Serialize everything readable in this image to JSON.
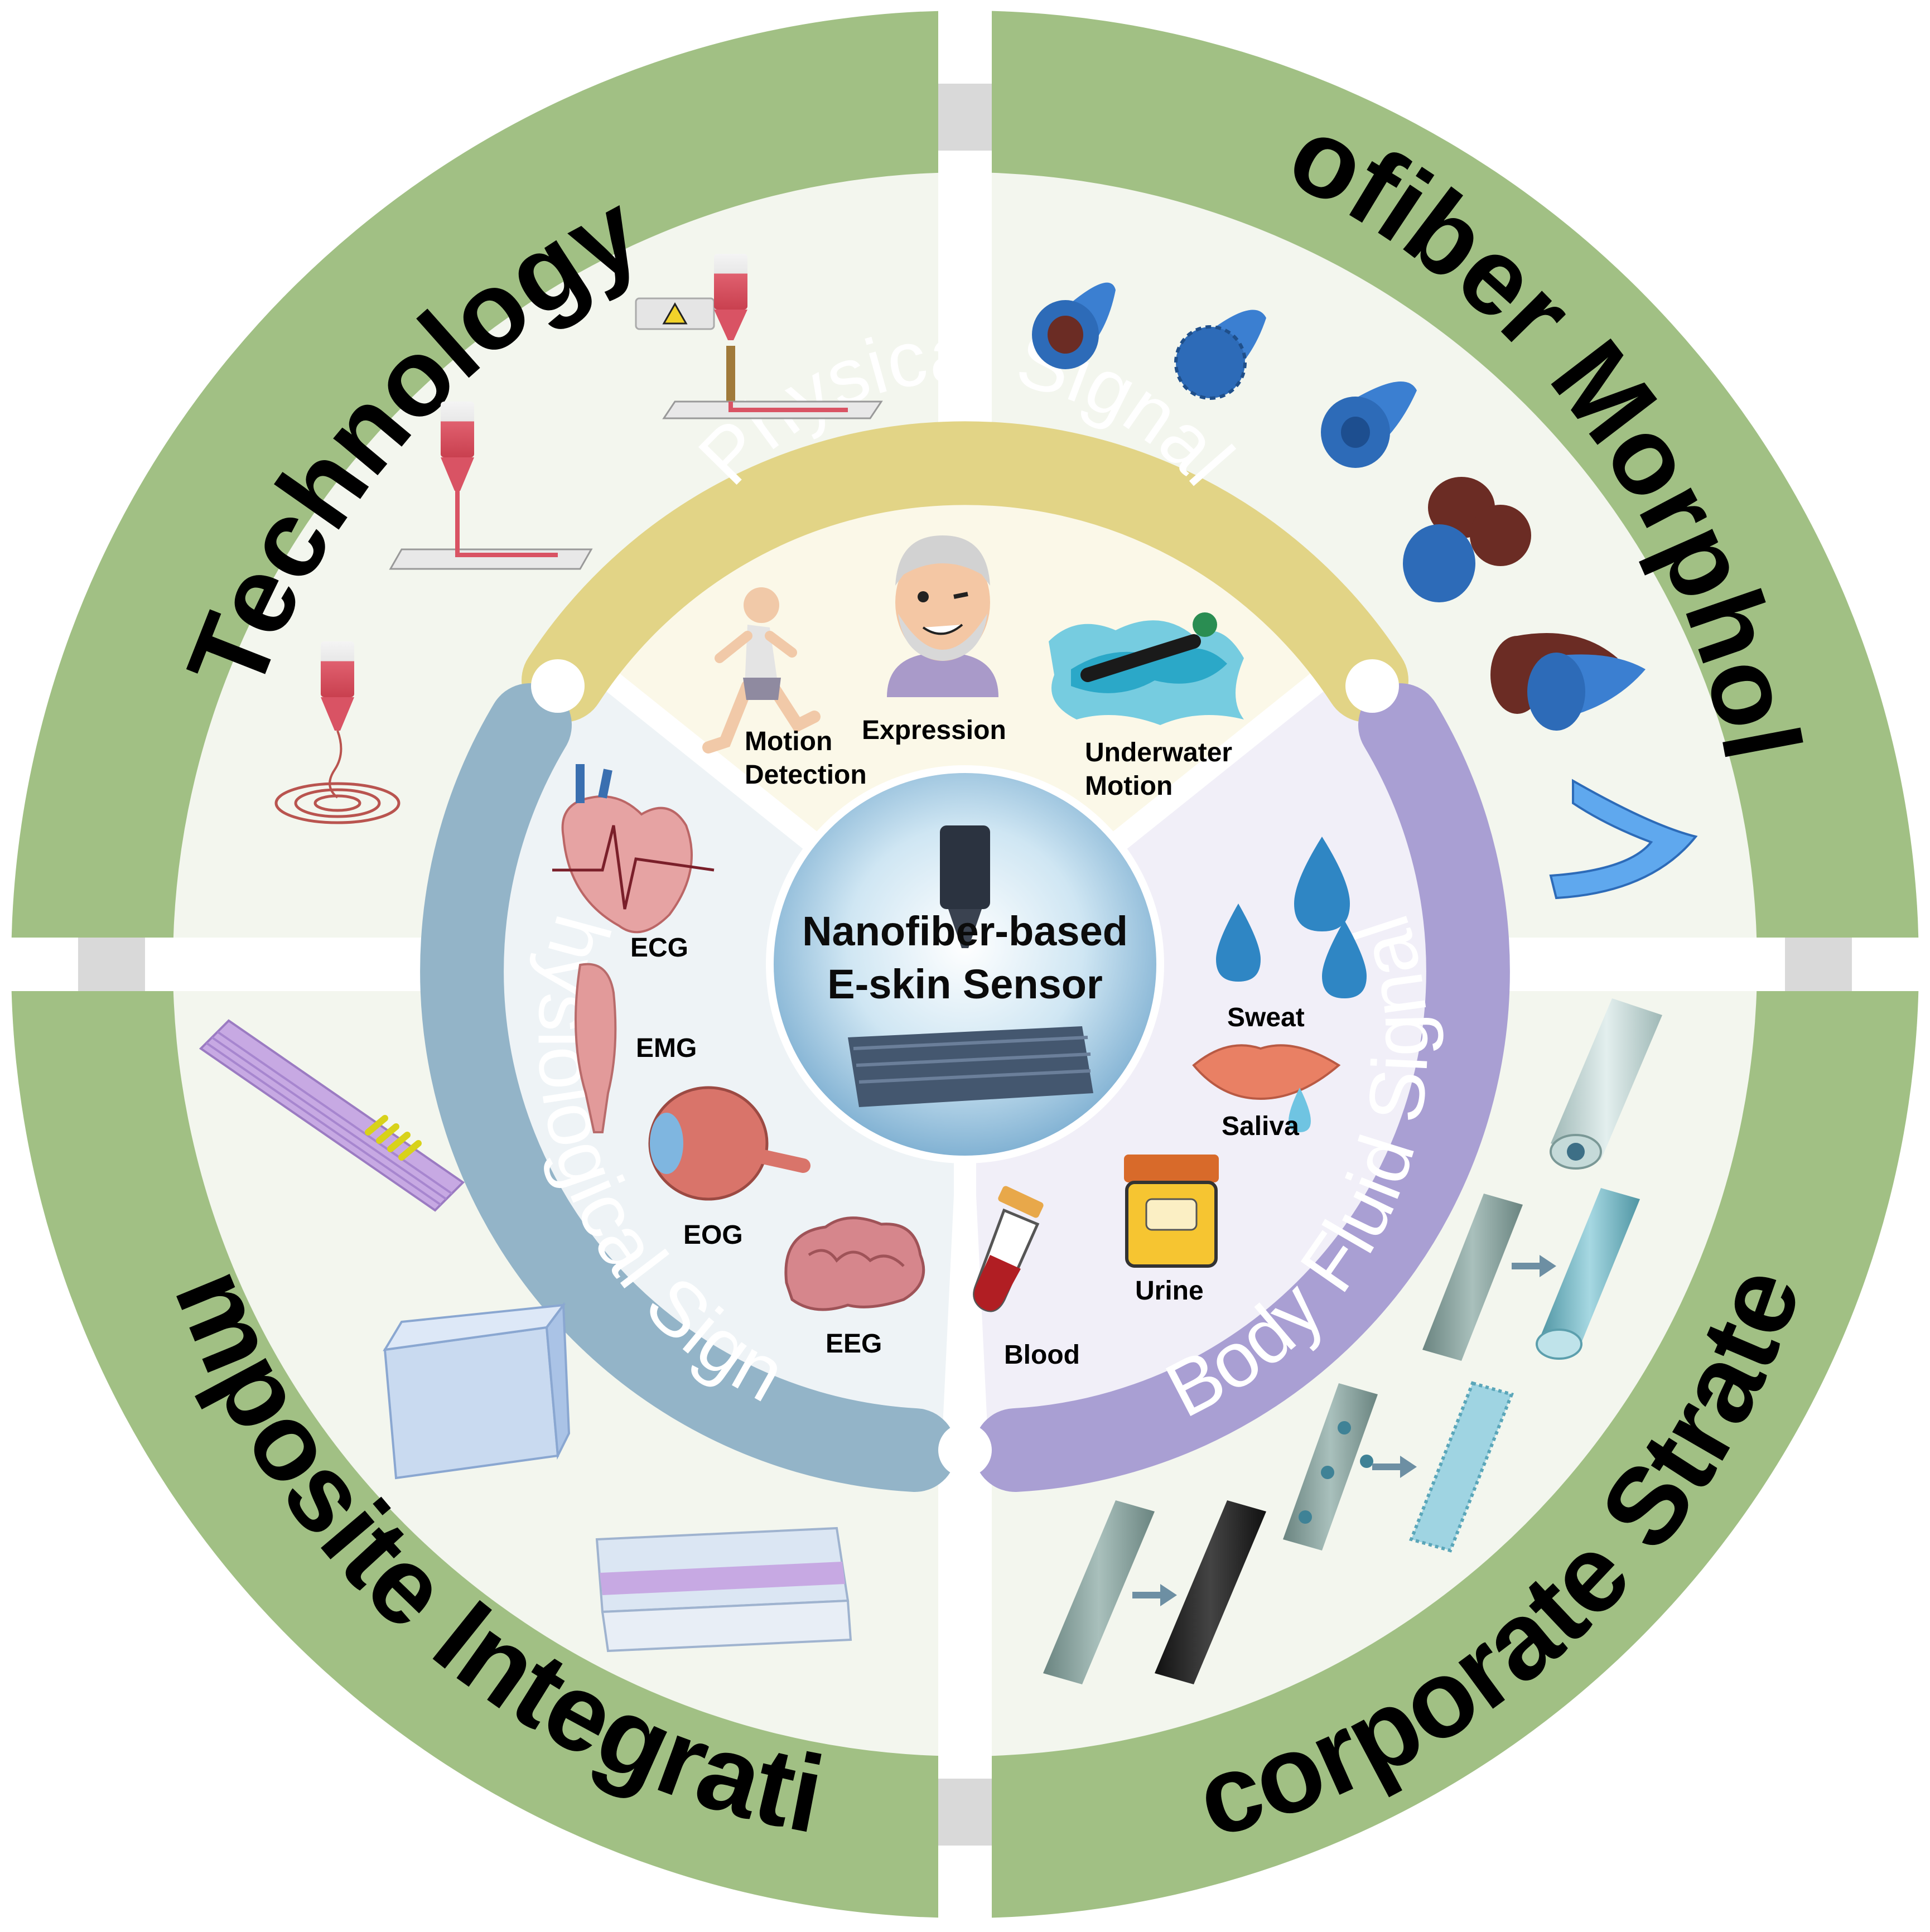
{
  "center": {
    "label_line1": "Nanofiber-based",
    "label_line2": "E-skin Sensor"
  },
  "quadrants": {
    "technology": "Technology",
    "morphology": "Nanofiber Morphology",
    "composite": "Composite Integration",
    "incorporate": "Incorporate Strategy"
  },
  "signals": {
    "physical": {
      "title": "Physical Signal",
      "items": [
        "Motion",
        "Detection",
        "Expression",
        "Underwater",
        "Motion"
      ]
    },
    "physiological": {
      "title": "Physiological Signal",
      "items": [
        "ECG",
        "EMG",
        "EOG",
        "EEG"
      ]
    },
    "body_fluid": {
      "title": "Body Fluid Signal",
      "items": [
        "Sweat",
        "Saliva",
        "Urine",
        "Blood"
      ]
    }
  },
  "colors": {
    "outer_ring": "#a1c084",
    "quadrant_bg": "#f3f6ee",
    "divider": "#d9d9d9",
    "physical_band": "#e2d486",
    "physical_sector": "#fbf8e8",
    "physiological_band": "#93b4c8",
    "physiological_sector": "#eef3f6",
    "body_fluid_band": "#a99fd3",
    "body_fluid_sector": "#f1eff8",
    "fiber_blue": "#3b7fd1",
    "fiber_brown": "#6b2c24",
    "pink": "#d96b78",
    "drop_blue": "#2f86c4"
  }
}
